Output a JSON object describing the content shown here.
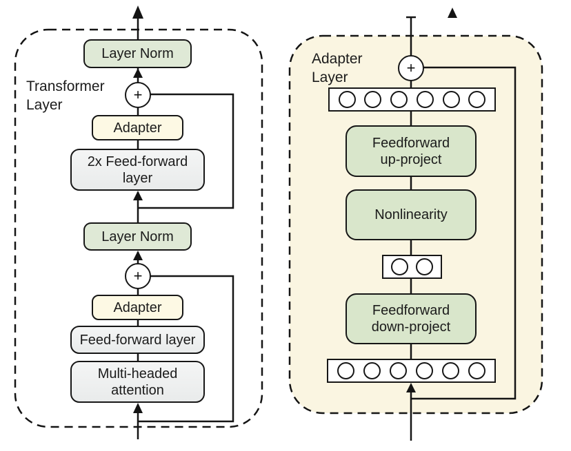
{
  "figure": {
    "left_panel": {
      "label": {
        "line1": "Transformer",
        "line2": "Layer"
      },
      "layer_norm_top": "Layer Norm",
      "plus_top": "+",
      "adapter_top": "Adapter",
      "feed_forward_2x": {
        "line1": "2x Feed-forward",
        "line2": "layer"
      },
      "layer_norm_bottom": "Layer Norm",
      "plus_bottom": "+",
      "adapter_bottom": "Adapter",
      "feed_forward": "Feed-forward layer",
      "multi_headed_attention": {
        "line1": "Multi-headed",
        "line2": "attention"
      }
    },
    "right_panel": {
      "label": {
        "line1": "Adapter",
        "line2": "Layer"
      },
      "plus": "+",
      "feedforward_up": {
        "line1": "Feedforward",
        "line2": "up-project"
      },
      "nonlinearity": "Nonlinearity",
      "feedforward_down": {
        "line1": "Feedforward",
        "line2": "down-project"
      },
      "top_feature_count": 6,
      "bottleneck_feature_count": 2,
      "bottom_feature_count": 6
    },
    "colors": {
      "green_box_left": "#dfe9d6",
      "green_box_right": "#d9e6cb",
      "adapter_box": "#fdf9e4",
      "gray_box": "#f0f1f1",
      "panel_background": "#faf5e1",
      "line": "#111111"
    }
  }
}
